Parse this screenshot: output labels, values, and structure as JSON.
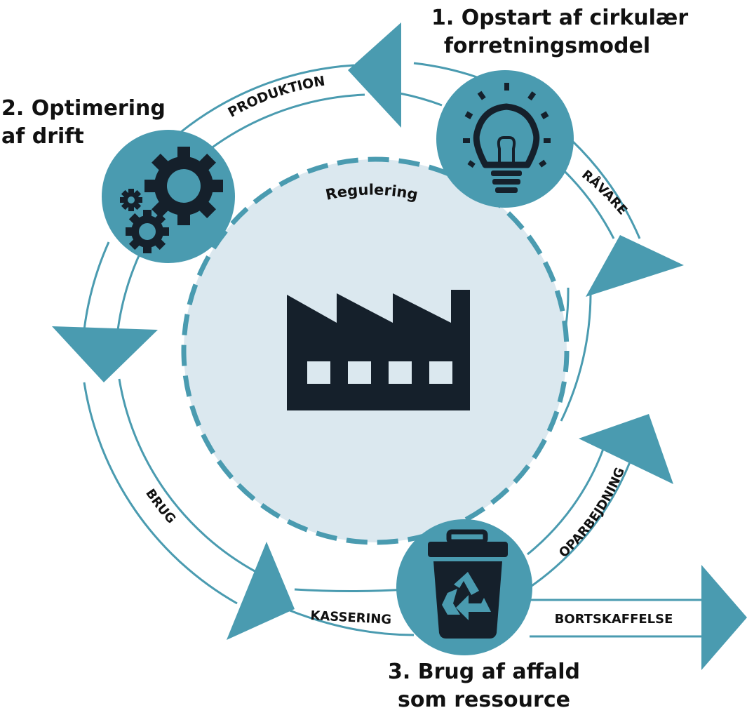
{
  "colors": {
    "teal": "#4a9bb0",
    "center_fill": "#dbe8ef",
    "dark": "#15202b",
    "text": "#111111"
  },
  "stages": {
    "s1": {
      "line1": "1. Opstart af cirkulær",
      "line2": "forretningsmodel",
      "icon": "lightbulb-icon"
    },
    "s2": {
      "line1": "2. Optimering",
      "line2": "af drift",
      "icon": "gears-icon"
    },
    "s3": {
      "line1": "3. Brug af affald",
      "line2": "som ressource",
      "icon": "recycle-bin-icon"
    }
  },
  "center": {
    "label": "Regulering",
    "icon": "factory-icon"
  },
  "flows": {
    "produktion": "PRODUKTION",
    "raavare": "RÅVARE",
    "brug": "BRUG",
    "kassering": "KASSERING",
    "oparbejdning": "OPARBEJDNING",
    "bortskaffelse": "BORTSKAFFELSE"
  }
}
